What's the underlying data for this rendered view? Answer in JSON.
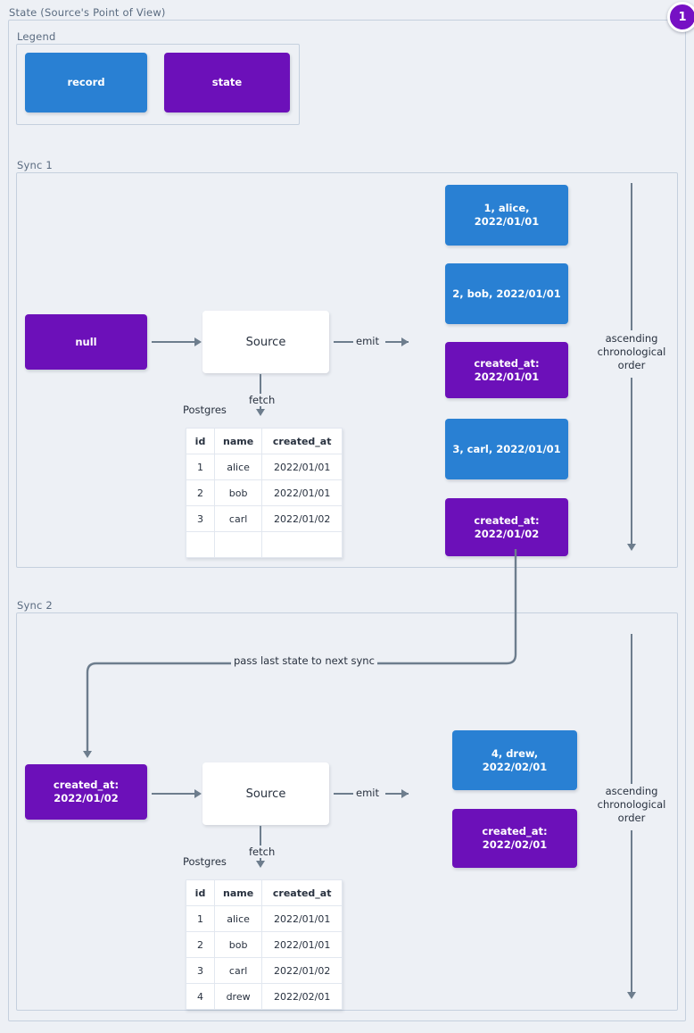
{
  "diagram": {
    "title": "State (Source's Point of View)",
    "badge": "1"
  },
  "legend": {
    "title": "Legend",
    "items": [
      {
        "label": "record",
        "kind": "record",
        "color": "#2980d3"
      },
      {
        "label": "state",
        "kind": "state",
        "color": "#6c10b9"
      }
    ]
  },
  "sync1": {
    "title": "Sync 1",
    "input_state": "null",
    "source_label": "Source",
    "fetch_label": "fetch",
    "emit_label": "emit",
    "db_label": "Postgres",
    "order_label": "ascending\nchronological\norder",
    "table": {
      "columns": [
        "id",
        "name",
        "created_at"
      ],
      "rows": [
        [
          "1",
          "alice",
          "2022/01/01"
        ],
        [
          "2",
          "bob",
          "2022/01/01"
        ],
        [
          "3",
          "carl",
          "2022/01/02"
        ],
        [
          "",
          "",
          ""
        ]
      ]
    },
    "emitted": [
      {
        "kind": "record",
        "text": "1, alice, 2022/01/01"
      },
      {
        "kind": "record",
        "text": "2, bob, 2022/01/01"
      },
      {
        "kind": "state",
        "text": "created_at:\n2022/01/01"
      },
      {
        "kind": "record",
        "text": "3, carl, 2022/01/01"
      },
      {
        "kind": "state",
        "text": "created_at:\n2022/01/02"
      }
    ]
  },
  "pass_state_label": "pass last state to next sync",
  "sync2": {
    "title": "Sync 2",
    "input_state": "created_at:\n2022/01/02",
    "source_label": "Source",
    "fetch_label": "fetch",
    "emit_label": "emit",
    "db_label": "Postgres",
    "order_label": "ascending\nchronological\norder",
    "table": {
      "columns": [
        "id",
        "name",
        "created_at"
      ],
      "rows": [
        [
          "1",
          "alice",
          "2022/01/01"
        ],
        [
          "2",
          "bob",
          "2022/01/01"
        ],
        [
          "3",
          "carl",
          "2022/01/02"
        ],
        [
          "4",
          "drew",
          "2022/02/01"
        ]
      ]
    },
    "emitted": [
      {
        "kind": "record",
        "text": "4, drew, 2022/02/01"
      },
      {
        "kind": "state",
        "text": "created_at:\n2022/02/01"
      }
    ]
  }
}
